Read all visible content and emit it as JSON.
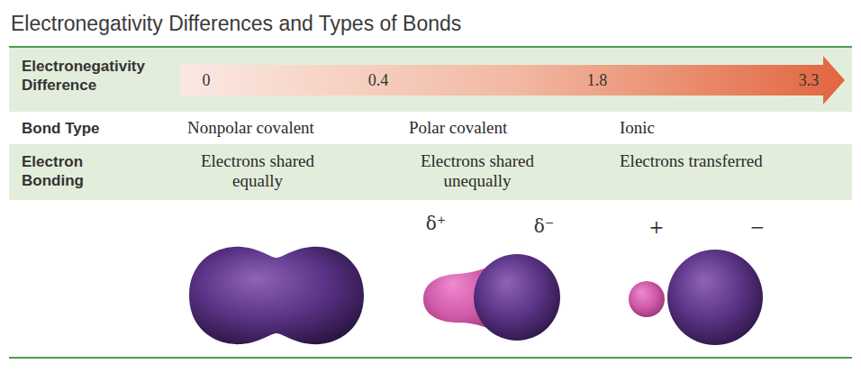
{
  "diagram": {
    "title": "Electronegativity Differences and Types of Bonds",
    "labels": [
      "Electronegativity Difference",
      "0",
      "0.4",
      "1.8",
      "3.3",
      "Bond Type",
      "Nonpolar covalent",
      "Polar covalent",
      "Ionic",
      "Electron Bonding",
      "Electrons shared equally",
      "Electrons shared unequally",
      "Electrons transferred",
      "δ⁺",
      "δ⁻",
      "+",
      "−"
    ]
  }
}
